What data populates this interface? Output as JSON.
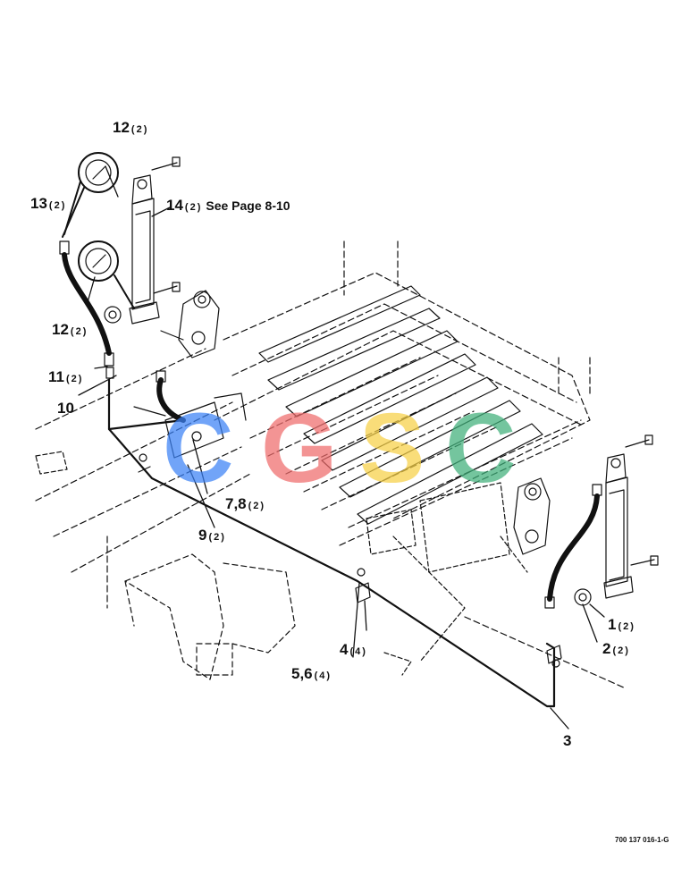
{
  "callouts": {
    "c12a": {
      "num": "12",
      "qty": "(2)"
    },
    "c13": {
      "num": "13",
      "qty": "(2)"
    },
    "c14": {
      "num": "14",
      "qty": "(2)",
      "note": "See Page 8-10"
    },
    "c12b": {
      "num": "12",
      "qty": "(2)"
    },
    "c11": {
      "num": "11",
      "qty": "(2)"
    },
    "c10": {
      "num": "10"
    },
    "c78": {
      "num": "7,8",
      "qty": "(2)"
    },
    "c9": {
      "num": "9",
      "qty": "(2)"
    },
    "c1": {
      "num": "1",
      "qty": "(2)"
    },
    "c2": {
      "num": "2",
      "qty": "(2)"
    },
    "c4": {
      "num": "4",
      "qty": "(4)"
    },
    "c56": {
      "num": "5,6",
      "qty": "(4)"
    },
    "c3": {
      "num": "3"
    }
  },
  "figure_number": "700 137 016-1-G",
  "watermark": {
    "letters": [
      "C",
      "G",
      "S",
      "C"
    ],
    "colors": [
      "#3b82f6",
      "#ef6b6b",
      "#f7d046",
      "#3fb07a"
    ]
  },
  "line_color": "#111111"
}
